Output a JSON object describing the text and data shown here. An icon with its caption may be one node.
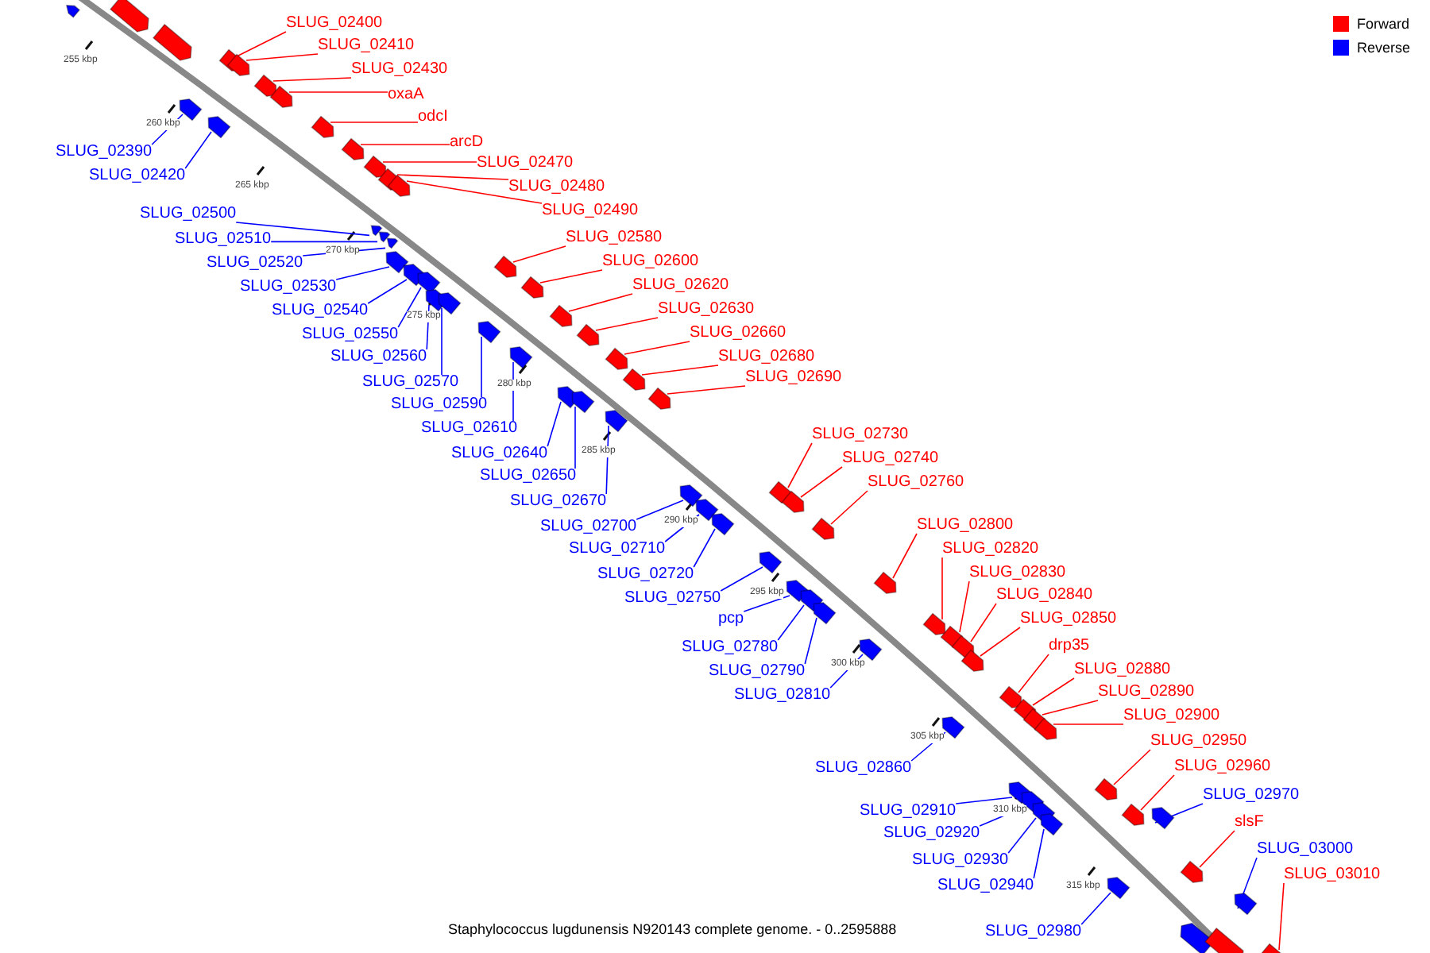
{
  "diagram": {
    "caption": "Staphylococcus lugdunensis N920143 complete genome. - 0..2595888",
    "nodes": [
      {
        "text": [
          "SLUG_02400"
        ]
      },
      {
        "text": [
          "SLUG_02410"
        ]
      },
      {
        "text": [
          "SLUG_02430"
        ]
      },
      {
        "text": [
          "oxaA"
        ]
      },
      {
        "text": [
          "odcI"
        ]
      },
      {
        "text": [
          "arcD"
        ]
      },
      {
        "text": [
          "SLUG_02390"
        ]
      },
      {
        "text": [
          "SLUG_02470"
        ]
      },
      {
        "text": [
          "SLUG_02420"
        ]
      },
      {
        "text": [
          "SLUG_02480"
        ]
      },
      {
        "text": [
          "SLUG_02490"
        ]
      },
      {
        "text": [
          "SLUG_02500"
        ]
      },
      {
        "text": [
          "SLUG_02580"
        ]
      },
      {
        "text": [
          "SLUG_02510"
        ]
      },
      {
        "text": [
          "SLUG_02600"
        ]
      },
      {
        "text": [
          "SLUG_02520"
        ]
      },
      {
        "text": [
          "SLUG_02620"
        ]
      },
      {
        "text": [
          "SLUG_02530"
        ]
      },
      {
        "text": [
          "SLUG_02630"
        ]
      },
      {
        "text": [
          "SLUG_02540"
        ]
      },
      {
        "text": [
          "SLUG_02660"
        ]
      },
      {
        "text": [
          "SLUG_02550"
        ]
      },
      {
        "text": [
          "SLUG_02680"
        ]
      },
      {
        "text": [
          "SLUG_02560"
        ]
      },
      {
        "text": [
          "SLUG_02690"
        ]
      },
      {
        "text": [
          "SLUG_02570"
        ]
      },
      {
        "text": [
          "SLUG_02590"
        ]
      },
      {
        "text": [
          "SLUG_02610"
        ]
      },
      {
        "text": [
          "SLUG_02730"
        ]
      },
      {
        "text": [
          "SLUG_02640"
        ]
      },
      {
        "text": [
          "SLUG_02740"
        ]
      },
      {
        "text": [
          "SLUG_02650"
        ]
      },
      {
        "text": [
          "SLUG_02760"
        ]
      },
      {
        "text": [
          "SLUG_02670"
        ]
      },
      {
        "text": [
          "SLUG_02800"
        ]
      },
      {
        "text": [
          "SLUG_02700"
        ]
      },
      {
        "text": [
          "SLUG_02820"
        ]
      },
      {
        "text": [
          "SLUG_02710"
        ]
      },
      {
        "text": [
          "SLUG_02830"
        ]
      },
      {
        "text": [
          "SLUG_02720"
        ]
      },
      {
        "text": [
          "SLUG_02840"
        ]
      },
      {
        "text": [
          "SLUG_02750"
        ]
      },
      {
        "text": [
          "SLUG_02850"
        ]
      },
      {
        "text": [
          "pcp"
        ]
      },
      {
        "text": [
          "drp35"
        ]
      },
      {
        "text": [
          "SLUG_02780"
        ]
      },
      {
        "text": [
          "SLUG_02880"
        ]
      },
      {
        "text": [
          "SLUG_02790"
        ]
      },
      {
        "text": [
          "SLUG_02890"
        ]
      },
      {
        "text": [
          "SLUG_02810"
        ]
      },
      {
        "text": [
          "SLUG_02900"
        ]
      },
      {
        "text": [
          "SLUG_02950"
        ]
      },
      {
        "text": [
          "SLUG_02860"
        ]
      },
      {
        "text": [
          "SLUG_02960"
        ]
      },
      {
        "text": [
          "SLUG_02970"
        ]
      },
      {
        "text": [
          "SLUG_02910"
        ]
      },
      {
        "text": [
          "slsF"
        ]
      },
      {
        "text": [
          "SLUG_02920"
        ]
      },
      {
        "text": [
          "SLUG_03000"
        ]
      },
      {
        "text": [
          "SLUG_02930"
        ]
      },
      {
        "text": [
          "SLUG_03010"
        ]
      },
      {
        "text": [
          "SLUG_02940"
        ]
      },
      {
        "text": [
          "SLUG_02980"
        ]
      },
      {
        "text": [],
        "shape": "arrow"
      },
      {
        "text": [],
        "shape": "arrow"
      },
      {
        "text": [],
        "shape": "arrow"
      },
      {
        "text": [],
        "shape": "arrow"
      },
      {
        "text": [],
        "shape": "arrow"
      },
      {
        "text": [],
        "shape": "arrow"
      },
      {
        "text": [],
        "shape": "arrow"
      },
      {
        "text": [],
        "shape": "arrow"
      },
      {
        "text": [],
        "shape": "arrow"
      },
      {
        "text": [],
        "shape": "arrow"
      },
      {
        "text": [],
        "shape": "arrow"
      },
      {
        "text": [],
        "shape": "arrow"
      },
      {
        "text": [],
        "shape": "arrow"
      },
      {
        "text": [],
        "shape": "arrow"
      },
      {
        "text": [],
        "shape": "arrow"
      },
      {
        "text": [],
        "shape": "arrow"
      },
      {
        "text": [],
        "shape": "arrow"
      },
      {
        "text": [],
        "shape": "arrow"
      },
      {
        "text": [],
        "shape": "arrow"
      },
      {
        "text": [],
        "shape": "arrow"
      },
      {
        "text": [],
        "shape": "arrow"
      },
      {
        "text": [],
        "shape": "arrow"
      },
      {
        "text": [],
        "shape": "arrow"
      },
      {
        "text": [],
        "shape": "arrow"
      },
      {
        "text": [],
        "shape": "arrow"
      },
      {
        "text": [],
        "shape": "arrow"
      },
      {
        "text": [],
        "shape": "arrow"
      },
      {
        "text": [],
        "shape": "arrow"
      },
      {
        "text": [],
        "shape": "arrow"
      },
      {
        "text": [],
        "shape": "arrow"
      },
      {
        "text": [],
        "shape": "arrow"
      },
      {
        "text": [],
        "shape": "arrow"
      },
      {
        "text": [],
        "shape": "arrow"
      },
      {
        "text": [],
        "shape": "arrow"
      },
      {
        "text": [],
        "shape": "arrow"
      },
      {
        "text": [],
        "shape": "arrow"
      },
      {
        "text": [],
        "shape": "arrow"
      },
      {
        "text": [],
        "shape": "arrow"
      },
      {
        "text": [],
        "shape": "arrow"
      },
      {
        "text": [],
        "shape": "arrow"
      },
      {
        "text": [],
        "shape": "arrow"
      },
      {
        "text": [],
        "shape": "arrow"
      },
      {
        "text": [],
        "shape": "arrow"
      },
      {
        "text": [],
        "shape": "arrow"
      },
      {
        "text": [],
        "shape": "arrow"
      },
      {
        "text": [],
        "shape": "arrow"
      },
      {
        "text": [],
        "shape": "arrow"
      },
      {
        "text": [],
        "shape": "arrow"
      },
      {
        "text": [],
        "shape": "arrow"
      },
      {
        "text": [],
        "shape": "arrow"
      },
      {
        "text": [],
        "shape": "arrow"
      },
      {
        "text": [],
        "shape": "arrow"
      },
      {
        "text": [],
        "shape": "arrow"
      },
      {
        "text": [],
        "shape": "arrow"
      },
      {
        "text": [],
        "shape": "arrow"
      },
      {
        "text": [],
        "shape": "arrow"
      },
      {
        "text": [],
        "shape": "arrow"
      },
      {
        "text": [],
        "shape": "arrow"
      },
      {
        "text": [],
        "shape": "arrow"
      },
      {
        "text": [],
        "shape": "arrow"
      },
      {
        "text": [],
        "shape": "arrow"
      },
      {
        "text": [],
        "shape": "arrow"
      },
      {
        "text": [],
        "shape": "arrow"
      },
      {
        "text": [],
        "shape": "arrow"
      },
      {
        "text": [],
        "shape": "arrow"
      },
      {
        "text": [],
        "shape": "arrow"
      },
      {
        "text": [],
        "shape": "arrow"
      },
      {
        "text": [],
        "shape": "arrow"
      }
    ],
    "edges": [
      {
        "from": 0,
        "to": 63,
        "arrow": "none"
      },
      {
        "from": 1,
        "to": 64,
        "arrow": "none"
      },
      {
        "from": 2,
        "to": 65,
        "arrow": "none"
      },
      {
        "from": 3,
        "to": 66,
        "arrow": "none"
      },
      {
        "from": 4,
        "to": 67,
        "arrow": "none"
      },
      {
        "from": 5,
        "to": 68,
        "arrow": "none"
      },
      {
        "from": 6,
        "to": 69,
        "arrow": "none",
        "color": "#0000ff"
      },
      {
        "from": 7,
        "to": 70,
        "arrow": "none"
      },
      {
        "from": 8,
        "to": 71,
        "arrow": "none",
        "color": "#0000ff"
      },
      {
        "from": 9,
        "to": 72,
        "arrow": "none"
      },
      {
        "from": 10,
        "to": 73,
        "arrow": "none"
      },
      {
        "from": 11,
        "to": 74,
        "arrow": "none",
        "color": "#0000ff"
      },
      {
        "from": 12,
        "to": 75,
        "arrow": "none"
      },
      {
        "from": 13,
        "to": 76,
        "arrow": "none",
        "color": "#0000ff"
      },
      {
        "from": 14,
        "to": 77,
        "arrow": "none"
      },
      {
        "from": 15,
        "to": 78,
        "arrow": "none",
        "color": "#0000ff"
      },
      {
        "from": 16,
        "to": 79,
        "arrow": "none"
      },
      {
        "from": 17,
        "to": 80,
        "arrow": "none",
        "color": "#0000ff"
      },
      {
        "from": 18,
        "to": 81,
        "arrow": "none"
      },
      {
        "from": 19,
        "to": 82,
        "arrow": "none",
        "color": "#0000ff"
      },
      {
        "from": 20,
        "to": 83,
        "arrow": "none"
      },
      {
        "from": 21,
        "to": 84,
        "arrow": "none",
        "color": "#0000ff"
      },
      {
        "from": 22,
        "to": 85,
        "arrow": "none"
      },
      {
        "from": 23,
        "to": 86,
        "arrow": "none",
        "color": "#0000ff"
      },
      {
        "from": 24,
        "to": 87,
        "arrow": "none"
      },
      {
        "from": 25,
        "to": 88,
        "arrow": "none",
        "color": "#0000ff"
      },
      {
        "from": 26,
        "to": 89,
        "arrow": "none",
        "color": "#0000ff"
      },
      {
        "from": 27,
        "to": 90,
        "arrow": "none",
        "color": "#0000ff"
      },
      {
        "from": 28,
        "to": 91,
        "arrow": "none"
      },
      {
        "from": 29,
        "to": 92,
        "arrow": "none",
        "color": "#0000ff"
      },
      {
        "from": 30,
        "to": 93,
        "arrow": "none"
      },
      {
        "from": 31,
        "to": 94,
        "arrow": "none",
        "color": "#0000ff"
      },
      {
        "from": 32,
        "to": 95,
        "arrow": "none"
      },
      {
        "from": 33,
        "to": 96,
        "arrow": "none",
        "color": "#0000ff"
      },
      {
        "from": 34,
        "to": 97,
        "arrow": "none"
      },
      {
        "from": 35,
        "to": 98,
        "arrow": "none",
        "color": "#0000ff"
      },
      {
        "from": 36,
        "to": 99,
        "arrow": "none"
      },
      {
        "from": 37,
        "to": 100,
        "arrow": "none",
        "color": "#0000ff"
      },
      {
        "from": 38,
        "to": 101,
        "arrow": "none"
      },
      {
        "from": 39,
        "to": 102,
        "arrow": "none",
        "color": "#0000ff"
      },
      {
        "from": 40,
        "to": 103,
        "arrow": "none"
      },
      {
        "from": 41,
        "to": 104,
        "arrow": "none",
        "color": "#0000ff"
      },
      {
        "from": 42,
        "to": 105,
        "arrow": "none"
      },
      {
        "from": 43,
        "to": 106,
        "arrow": "none",
        "color": "#0000ff"
      },
      {
        "from": 44,
        "to": 107,
        "arrow": "none"
      },
      {
        "from": 45,
        "to": 108,
        "arrow": "none",
        "color": "#0000ff"
      },
      {
        "from": 46,
        "to": 109,
        "arrow": "none"
      },
      {
        "from": 47,
        "to": 110,
        "arrow": "none",
        "color": "#0000ff"
      },
      {
        "from": 48,
        "to": 111,
        "arrow": "none"
      },
      {
        "from": 49,
        "to": 112,
        "arrow": "none",
        "color": "#0000ff"
      },
      {
        "from": 50,
        "to": 113,
        "arrow": "none"
      },
      {
        "from": 51,
        "to": 114,
        "arrow": "none"
      },
      {
        "from": 52,
        "to": 115,
        "arrow": "none",
        "color": "#0000ff"
      },
      {
        "from": 53,
        "to": 116,
        "arrow": "none"
      },
      {
        "from": 54,
        "to": 117,
        "arrow": "none",
        "color": "#0000ff"
      },
      {
        "from": 55,
        "to": 118,
        "arrow": "none",
        "color": "#0000ff"
      },
      {
        "from": 56,
        "to": 119,
        "arrow": "none"
      },
      {
        "from": 57,
        "to": 120,
        "arrow": "none",
        "color": "#0000ff"
      },
      {
        "from": 58,
        "to": 121,
        "arrow": "none",
        "color": "#0000ff"
      },
      {
        "from": 59,
        "to": 122,
        "arrow": "none",
        "color": "#0000ff"
      },
      {
        "from": 60,
        "to": 123,
        "arrow": "none"
      },
      {
        "from": 61,
        "to": 124,
        "arrow": "none",
        "color": "#0000ff"
      },
      {
        "from": 62,
        "to": 125,
        "arrow": "none",
        "color": "#0000ff"
      }
    ],
    "labels": [
      "255 kbp",
      "260 kbp",
      "265 kbp",
      "270 kbp",
      "275 kbp",
      "280 kbp",
      "285 kbp",
      "290 kbp",
      "295 kbp",
      "300 kbp",
      "305 kbp",
      "310 kbp",
      "315 kbp"
    ],
    "legend": [
      {
        "text": "Forward",
        "color": "#ff0000"
      },
      {
        "text": "Reverse",
        "color": "#0000ff"
      }
    ]
  }
}
